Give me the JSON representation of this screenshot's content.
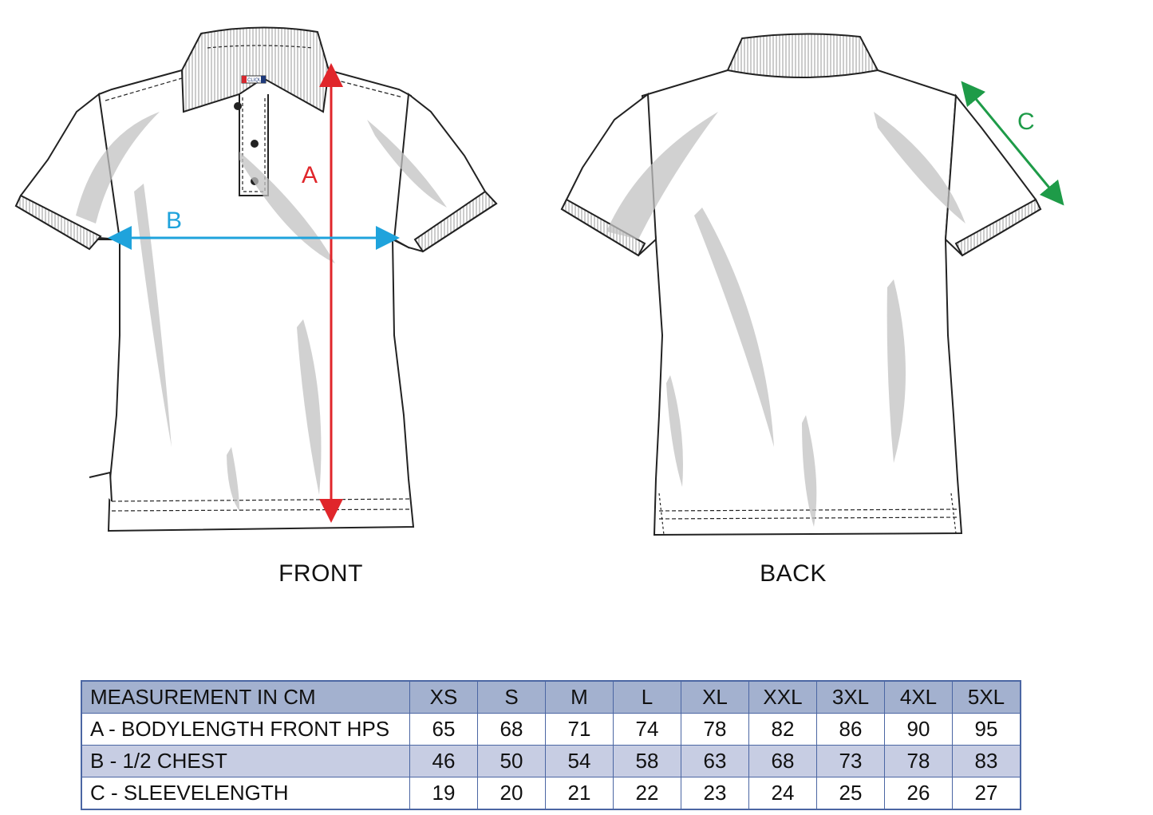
{
  "diagram": {
    "front_label": "FRONT",
    "back_label": "BACK",
    "brand_tag": "CLIQUE",
    "markers": [
      {
        "key": "A",
        "color": "#e0262b"
      },
      {
        "key": "B",
        "color": "#1fa3dc"
      },
      {
        "key": "C",
        "color": "#1e9b48"
      }
    ]
  },
  "table": {
    "header_label": "MEASUREMENT IN CM",
    "sizes": [
      "XS",
      "S",
      "M",
      "L",
      "XL",
      "XXL",
      "3XL",
      "4XL",
      "5XL"
    ],
    "rows": [
      {
        "label": "A - BODYLENGTH FRONT HPS",
        "values": [
          "65",
          "68",
          "71",
          "74",
          "78",
          "82",
          "86",
          "90",
          "95"
        ]
      },
      {
        "label": "B - 1/2 CHEST",
        "values": [
          "46",
          "50",
          "54",
          "58",
          "63",
          "68",
          "73",
          "78",
          "83"
        ]
      },
      {
        "label": "C - SLEEVELENGTH",
        "values": [
          "19",
          "20",
          "21",
          "22",
          "23",
          "24",
          "25",
          "26",
          "27"
        ]
      }
    ],
    "header_color": "#a3b1cf",
    "shade_color": "#c7cde3",
    "border_color": "#4b66a3"
  }
}
